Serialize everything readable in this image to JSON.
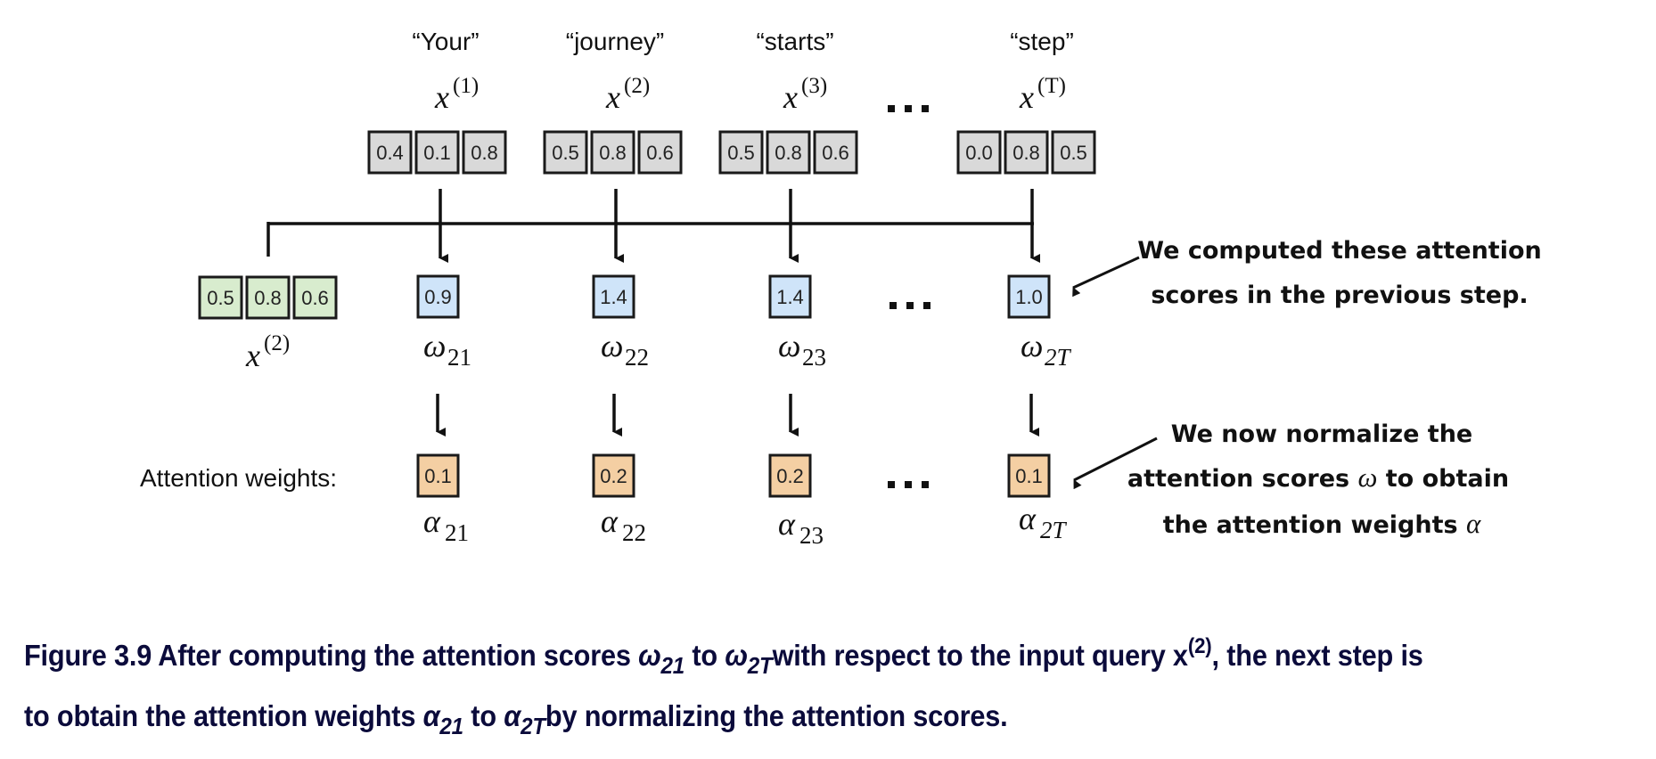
{
  "tokens": [
    {
      "word": "“Your”",
      "var": "x",
      "index": "(1)",
      "embedding": [
        "0.4",
        "0.1",
        "0.8"
      ],
      "score_name": "ω",
      "score_sub": "21",
      "score": "0.9",
      "weight_name": "α",
      "weight_sub": "21",
      "weight": "0.1"
    },
    {
      "word": "“journey”",
      "var": "x",
      "index": "(2)",
      "embedding": [
        "0.5",
        "0.8",
        "0.6"
      ],
      "score_name": "ω",
      "score_sub": "22",
      "score": "1.4",
      "weight_name": "α",
      "weight_sub": "22",
      "weight": "0.2"
    },
    {
      "word": "“starts”",
      "var": "x",
      "index": "(3)",
      "embedding": [
        "0.5",
        "0.8",
        "0.6"
      ],
      "score_name": "ω",
      "score_sub": "23",
      "score": "1.4",
      "weight_name": "α",
      "weight_sub": "23",
      "weight": "0.2"
    },
    {
      "word": "“step”",
      "var": "x",
      "index": "(T)",
      "embedding": [
        "0.0",
        "0.8",
        "0.5"
      ],
      "score_name": "ω",
      "score_sub": "2T",
      "score": "1.0",
      "weight_name": "α",
      "weight_sub": "2T",
      "weight": "0.1"
    }
  ],
  "ellipsis": "…",
  "query": {
    "var": "x",
    "index": "(2)",
    "embedding": [
      "0.5",
      "0.8",
      "0.6"
    ]
  },
  "row_labels": {
    "weights": "Attention weights:"
  },
  "annotations": {
    "scores": [
      "We computed these attention",
      "scores in the previous step."
    ],
    "weights": {
      "line1": "We now normalize the",
      "line2_pre": "attention scores ",
      "line2_sym": "ω",
      "line2_post": " to obtain",
      "line3_pre": "the attention weights ",
      "line3_sym": "α"
    }
  },
  "colors": {
    "input_box": "#d9d9d9",
    "query_box": "#d8ecce",
    "score_box": "#cfe4f9",
    "weight_box": "#f4cfa3",
    "stroke": "#1a1a1a",
    "caption": "#0b0b3b"
  },
  "caption": {
    "line1": {
      "t1": "Figure 3.9 After computing the attention scores ",
      "s1": "ω",
      "s1_sub": "21",
      "t2": " to ",
      "s2": "ω",
      "s2_sub": "2T",
      "t3": "with respect to the input query x",
      "sup": "(2)",
      "t4": ", the next step is"
    },
    "line2": {
      "t1": "to obtain the attention weights ",
      "s1": "α",
      "s1_sub": "21",
      "t2": " to ",
      "s2": "α",
      "s2_sub": "2T",
      "t3": "by normalizing the attention scores."
    }
  }
}
